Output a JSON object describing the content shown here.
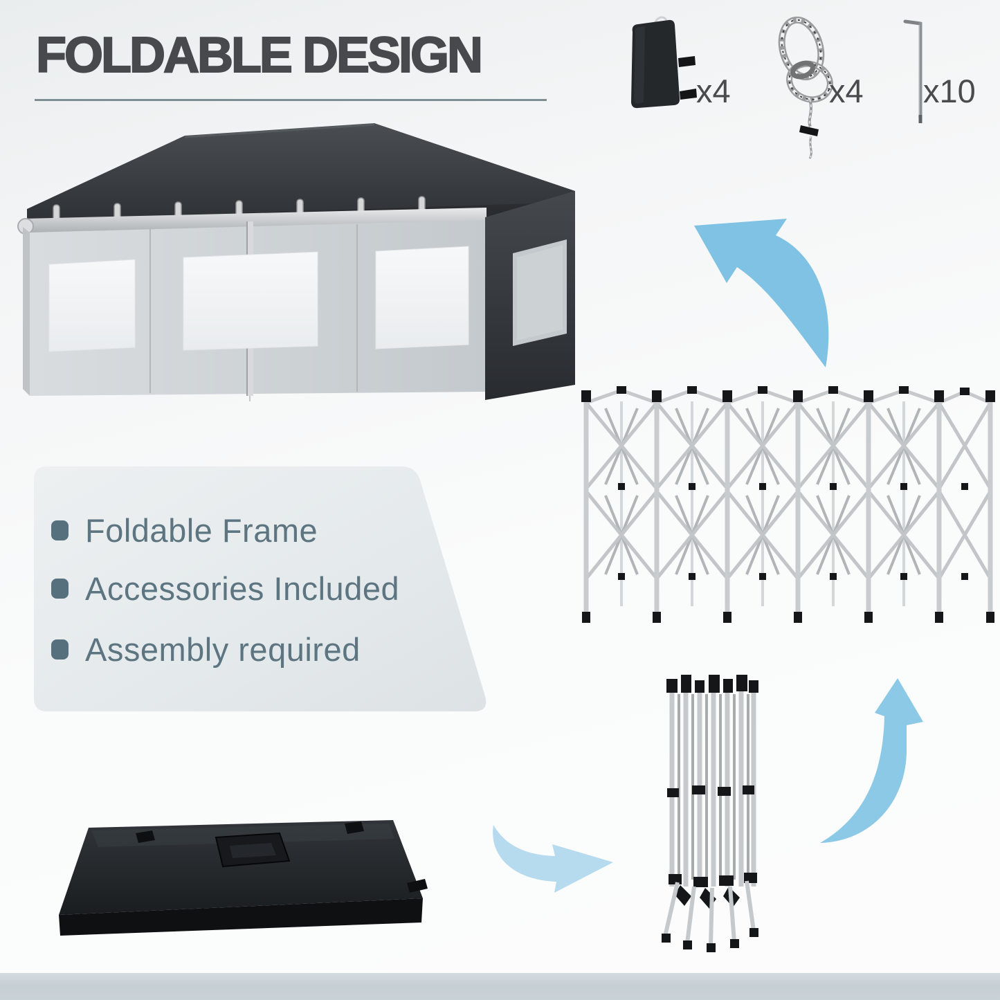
{
  "header": {
    "title": "FOLDABLE DESIGN"
  },
  "accessories": {
    "items": [
      {
        "id": "sandbag-weight",
        "icon": "sandbag-icon",
        "count_label": "x4"
      },
      {
        "id": "guy-rope",
        "icon": "rope-icon",
        "count_label": "x4"
      },
      {
        "id": "ground-stake",
        "icon": "stake-icon",
        "count_label": "x10"
      }
    ]
  },
  "features": {
    "items": [
      {
        "label": "Foldable Frame"
      },
      {
        "label": "Accessories Included"
      },
      {
        "label": "Assembly required"
      }
    ]
  },
  "colors": {
    "title_text": "#47494c",
    "feature_text": "#5d7581",
    "feature_bullet": "#56707e",
    "feature_box": "#e7ebed",
    "canopy_dark": "#33373b",
    "wall_light": "#d0d4d7",
    "frame_silver": "#c6c9cb",
    "arrow_blue": "#7fc2e3",
    "floor_strip": "#c8d1d6"
  }
}
